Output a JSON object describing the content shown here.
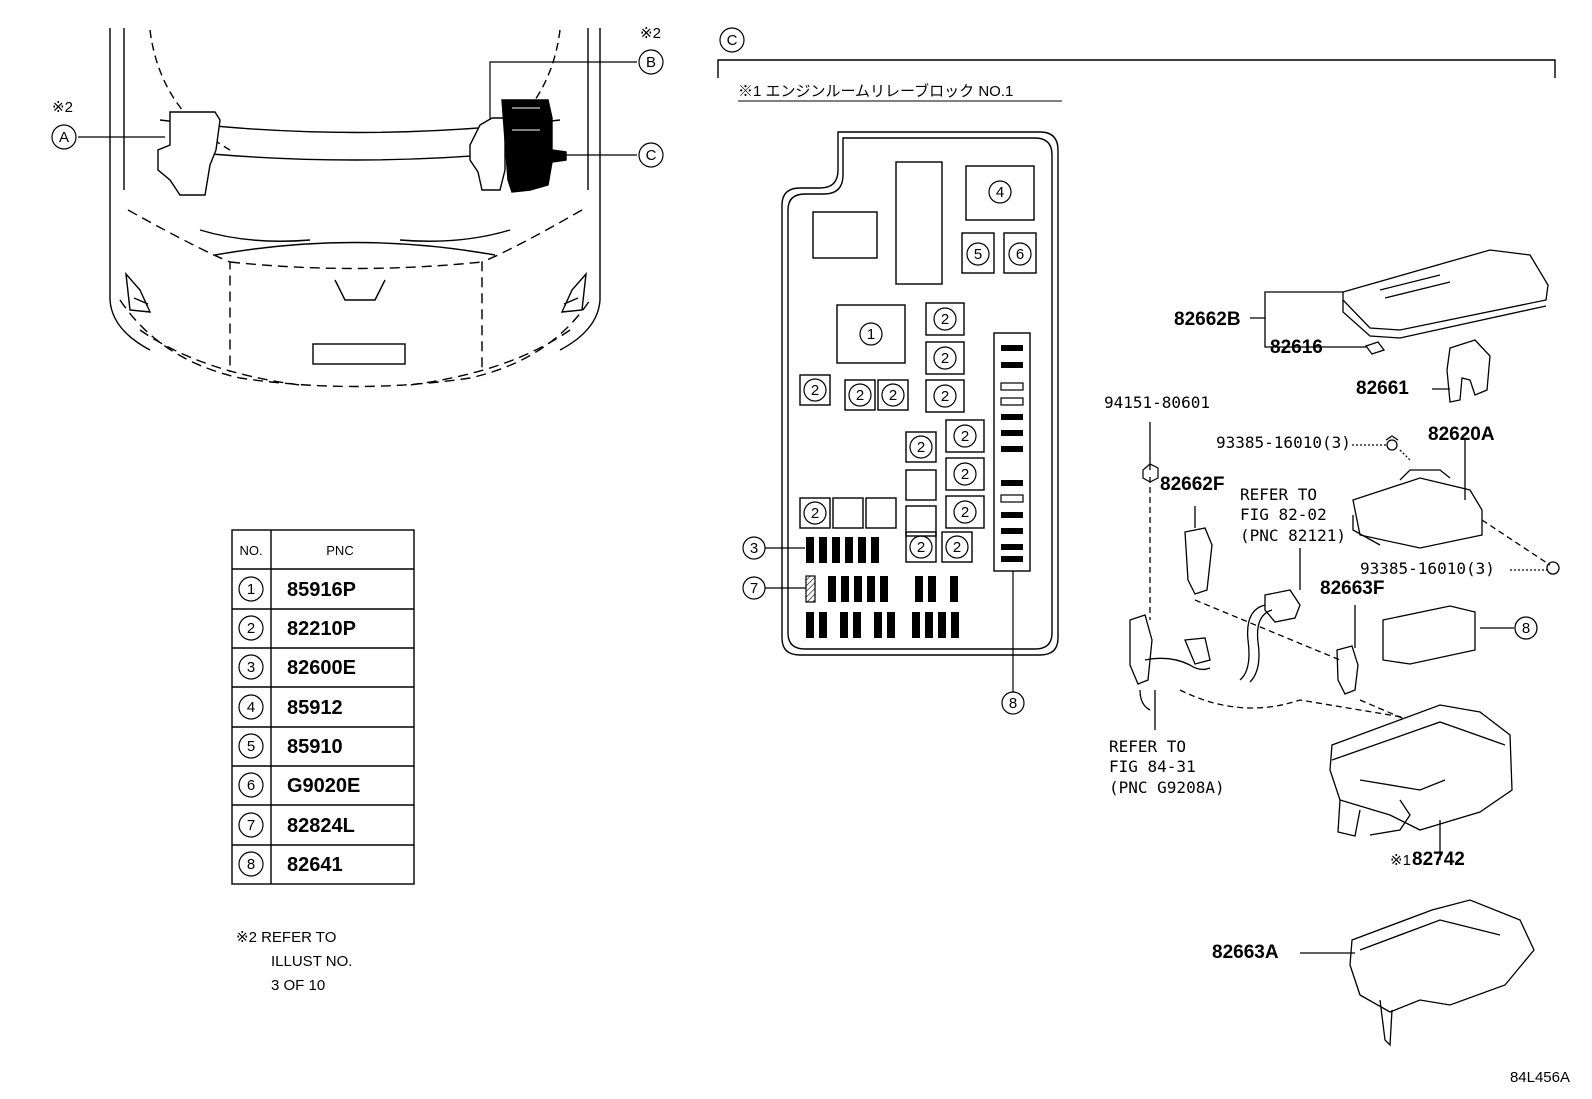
{
  "callouts": {
    "A": "A",
    "B": "B",
    "C": "C",
    "ref_mark": "※2",
    "section_C": "C"
  },
  "block_title": "※1 エンジンルームリレーブロック NO.1",
  "block_numbers": {
    "n1": "1",
    "n2": "2",
    "n3": "3",
    "n4": "4",
    "n5": "5",
    "n6": "6",
    "n7": "7",
    "n8": "8"
  },
  "parts": {
    "p82662B": "82662B",
    "p82616": "82616",
    "p82661": "82661",
    "p94151": "94151-80601",
    "p93385a": "93385-16010(3)",
    "p82620A": "82620A",
    "p82662F": "82662F",
    "refer1_l1": "REFER TO",
    "refer1_l2": "FIG 82-02",
    "refer1_l3": "(PNC 82121)",
    "p93385b": "93385-16010(3)",
    "p82663F": "82663F",
    "refer2_l1": "REFER TO",
    "refer2_l2": "FIG 84-31",
    "refer2_l3": "(PNC G9208A)",
    "p82742_mark": "※1",
    "p82742": "82742",
    "p82663A": "82663A"
  },
  "table": {
    "headers": [
      "NO.",
      "PNC"
    ],
    "rows": [
      {
        "no": "1",
        "pnc": "85916P"
      },
      {
        "no": "2",
        "pnc": "82210P"
      },
      {
        "no": "3",
        "pnc": "82600E"
      },
      {
        "no": "4",
        "pnc": "85912"
      },
      {
        "no": "5",
        "pnc": "85910"
      },
      {
        "no": "6",
        "pnc": "G9020E"
      },
      {
        "no": "7",
        "pnc": "82824L"
      },
      {
        "no": "8",
        "pnc": "82641"
      }
    ]
  },
  "note": {
    "l1": "※2 REFER TO",
    "l2": "ILLUST NO.",
    "l3": "3 OF 10"
  },
  "figure_code": "84L456A"
}
